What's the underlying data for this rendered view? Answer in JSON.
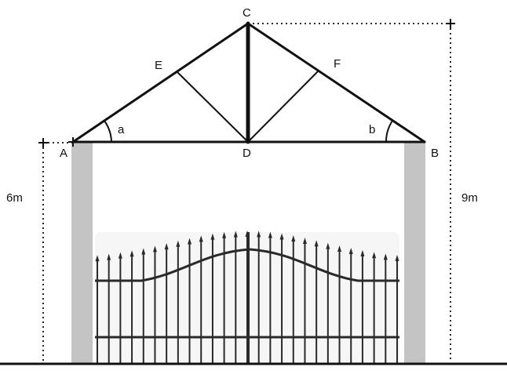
{
  "points": {
    "A": "A",
    "B": "B",
    "C": "C",
    "D": "D",
    "E": "E",
    "F": "F"
  },
  "angles": {
    "a": "a",
    "b": "b"
  },
  "dimensions": {
    "left_height": "6m",
    "right_height": "9m"
  },
  "colors": {
    "line": "#111111",
    "pillar": "#c4c4c4",
    "gate": "#2a2a2a",
    "gate_panel": "#f6f6f6"
  }
}
